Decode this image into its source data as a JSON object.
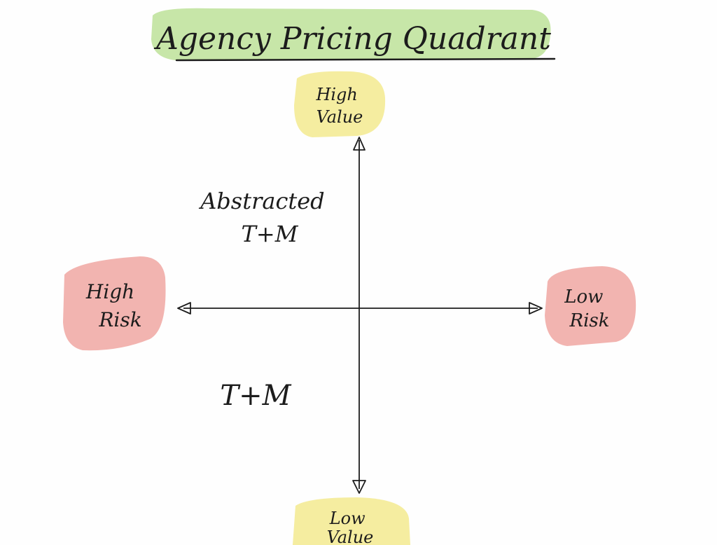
{
  "title": "Agency Pricing Quadrant",
  "axes": {
    "top": "High Value",
    "bottom": "Low Value",
    "left": "High Risk",
    "right": "Low Risk"
  },
  "quadrants": {
    "upper_left": "Abstracted T+M",
    "lower_left": "T+M"
  },
  "colors": {
    "title_highlight": "#c7e6a8",
    "value_highlight": "#f5eda0",
    "risk_highlight": "#f2b4b0",
    "ink": "#1c1c1c"
  }
}
